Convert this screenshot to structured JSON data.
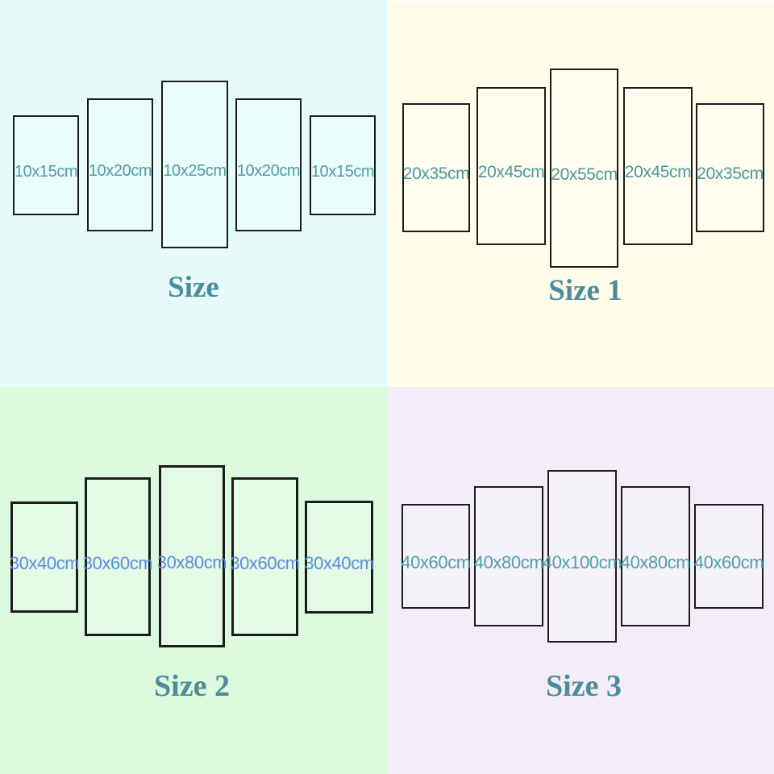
{
  "image_type": "canvas-wall-art-size-chart",
  "panels_per_set": 5,
  "colors": {
    "page_background": "#ffffff",
    "panel_border": "#1c1c1c",
    "title_text": "#4e8c9b",
    "teal_label_text": "#4f9da6",
    "blue_label_text": "#5d8ce4",
    "quadrant_backgrounds": {
      "size": "#e6fcfb",
      "size_1": "#fffdea",
      "size_2": "#dcfade",
      "size_3": "#f3edf8"
    }
  },
  "quadrants": [
    {
      "id": "size",
      "title": "Size",
      "background": "#e6fcfb",
      "label_color": "#4f9da6",
      "panels": [
        {
          "label": "10x15cm"
        },
        {
          "label": "10x20cm"
        },
        {
          "label": "10x25cm"
        },
        {
          "label": "10x20cm"
        },
        {
          "label": "10x15cm"
        }
      ]
    },
    {
      "id": "size-1",
      "title": "Size 1",
      "background": "#fffdea",
      "label_color": "#4a98a4",
      "panels": [
        {
          "label": "20x35cm"
        },
        {
          "label": "20x45cm"
        },
        {
          "label": "20x55cm"
        },
        {
          "label": "20x45cm"
        },
        {
          "label": "20x35cm"
        }
      ]
    },
    {
      "id": "size-2",
      "title": "Size 2",
      "background": "#dcfade",
      "label_color": "#5d8ce4",
      "panels": [
        {
          "label": "30x40cm"
        },
        {
          "label": "30x60cm"
        },
        {
          "label": "30x80cm"
        },
        {
          "label": "30x60cm"
        },
        {
          "label": "30x40cm"
        }
      ]
    },
    {
      "id": "size-3",
      "title": "Size 3",
      "background": "#f3edf8",
      "label_color": "#4fa0aa",
      "panels": [
        {
          "label": "40x60cm"
        },
        {
          "label": "40x80cm"
        },
        {
          "label": "40x100cm"
        },
        {
          "label": "40x80cm"
        },
        {
          "label": "40x60cm"
        }
      ]
    }
  ]
}
